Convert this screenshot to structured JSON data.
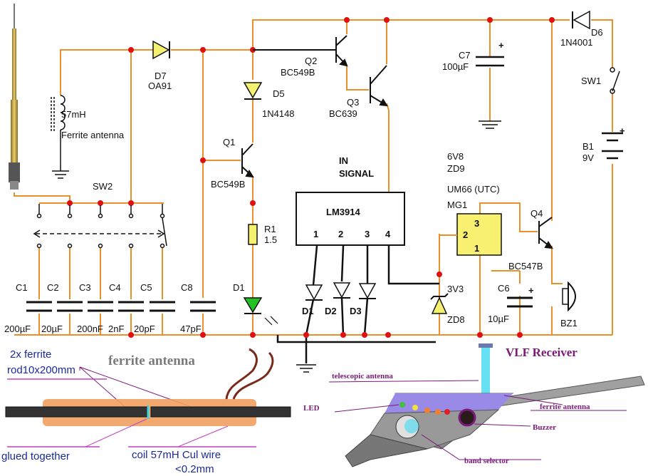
{
  "labels": {
    "inductor_value": "57mH",
    "ferrite_antenna": "Ferrite antenna",
    "d7_name": "D7",
    "d7_type": "OA91",
    "d5_name": "D5",
    "d5_type": "1N4148",
    "q2_name": "Q2",
    "q2_type": "BC549B",
    "q3_name": "Q3",
    "q3_type": "BC639",
    "q1_name": "Q1",
    "q1_type": "BC549B",
    "c7_name": "C7",
    "c7_value": "100µF",
    "d6_name": "D6",
    "d6_type": "1N4001",
    "sw1_name": "SW1",
    "b1_name": "B1",
    "b1_value": "9V",
    "sw2_name": "SW2",
    "in_signal_1": "IN",
    "in_signal_2": "SIGNAL",
    "zd9_value": "6V8",
    "zd9_name": "ZD9",
    "mg1_type": "UM66 (UTC)",
    "mg1_name": "MG1",
    "q4_name": "Q4",
    "q4_type": "BC547B",
    "ic_name": "LM3914",
    "pin1": "1",
    "pin2": "2",
    "pin3": "3",
    "pin4": "4",
    "mg_pin3": "3",
    "mg_pin2": "2",
    "mg_pin1": "1",
    "r1_name": "R1",
    "r1_value": "1.5",
    "d1_name": "D1",
    "led_d1": "D1",
    "led_d2": "D2",
    "led_d3": "D3",
    "c1_name": "C1",
    "c2_name": "C2",
    "c3_name": "C3",
    "c4_name": "C4",
    "c5_name": "C5",
    "c8_name": "C8",
    "c1_value": "200µF",
    "c2_value": "20µF",
    "c3_value": "200nF",
    "c4_value": "2nF",
    "c5_value": "20pF",
    "c8_value": "47pF",
    "zd8_value": "3V3",
    "zd8_name": "ZD8",
    "c6_name": "C6",
    "c6_value": "10µF",
    "bz1_name": "BZ1"
  },
  "bottom_left": {
    "rod_line1": "2x ferrite",
    "rod_line2": "rod10x200mm",
    "title": "ferrite antenna",
    "glued": "glued together",
    "coil_line1": "coil 57mH Cul wire",
    "coil_line2": "<0.2mm"
  },
  "bottom_right": {
    "title": "VLF Receiver",
    "telescopic": "telescopic antenna",
    "led": "LED",
    "ferrite": "ferrite antenna",
    "buzzer": "Buzzer",
    "band_selector": "band selector"
  },
  "colors": {
    "wire": "#e8902a",
    "node": "#e01010",
    "component": "#111111",
    "led_green": "#22c020",
    "diode_yellow": "#f4f070",
    "chip_yellow": "#f8f070",
    "title_purple": "#7a1a7a",
    "caption_blue": "#1a2a9a"
  }
}
